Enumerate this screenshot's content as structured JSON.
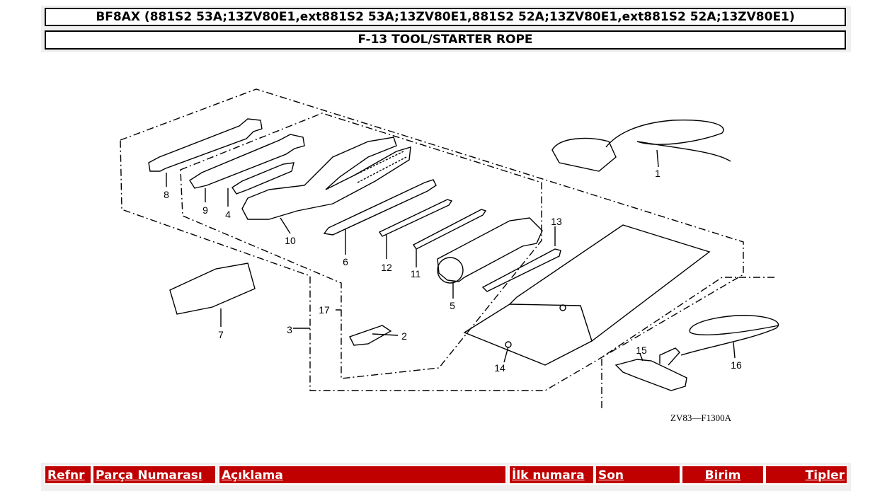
{
  "header": {
    "model_title": "BF8AX (881S2 53A;13ZV80E1,ext881S2 53A;13ZV80E1,881S2 52A;13ZV80E1,ext881S2 52A;13ZV80E1)",
    "section_title": "F-13 TOOL/STARTER ROPE"
  },
  "diagram": {
    "code": "ZV83—F1300A",
    "callouts": {
      "c1": "1",
      "c2": "2",
      "c3": "3",
      "c4": "4",
      "c5": "5",
      "c6": "6",
      "c7": "7",
      "c8": "8",
      "c9": "9",
      "c10": "10",
      "c11": "11",
      "c12": "12",
      "c13": "13",
      "c14": "14",
      "c15": "15",
      "c16": "16",
      "c17": "17"
    }
  },
  "table": {
    "columns": {
      "ref": "Refnr",
      "part": "Parça Numarası",
      "desc": "Açıklama",
      "first": "İlk numara",
      "last": "Son",
      "unit": "Birim",
      "types": "Tipler"
    }
  }
}
